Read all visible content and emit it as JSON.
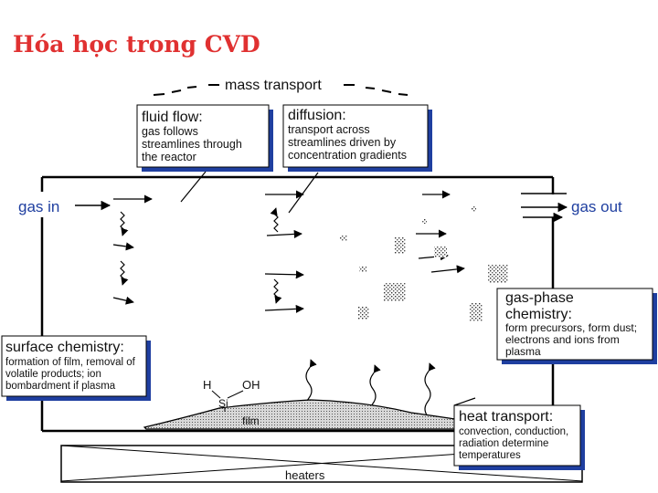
{
  "title": "Hóa học trong CVD",
  "labels": {
    "mass_transport": "mass transport",
    "gas_in": "gas in",
    "gas_out": "gas out",
    "film": "film",
    "heaters": "heaters",
    "h": "H",
    "oh": "OH",
    "si": "Si"
  },
  "boxes": {
    "fluid_flow": {
      "title": "fluid flow:",
      "lines": [
        "gas follows",
        "streamlines through",
        "the reactor"
      ]
    },
    "diffusion": {
      "title": "diffusion:",
      "lines": [
        "transport across",
        "streamlines driven by",
        "concentration gradients"
      ]
    },
    "gas_phase": {
      "title_lines": [
        "gas-phase",
        "chemistry:"
      ],
      "lines": [
        "form precursors, form dust;",
        "electrons and ions from",
        "plasma"
      ]
    },
    "surface": {
      "title": "surface chemistry:",
      "lines": [
        "formation of film, removal of",
        "volatile products; ion",
        "bombardment if plasma"
      ]
    },
    "heat": {
      "title": "heat transport:",
      "lines": [
        "convection, conduction,",
        "radiation determine",
        "temperatures"
      ]
    }
  },
  "colors": {
    "title": "#e03131",
    "box_shadow": "#1f3fa0",
    "film_fill": "#c8c8c8"
  },
  "icons": [
    "arrow-right-icon",
    "arrow-down-zigzag-icon",
    "arrow-up-zigzag-icon",
    "wavy-up-arrow-icon",
    "dust-particle-icon"
  ]
}
